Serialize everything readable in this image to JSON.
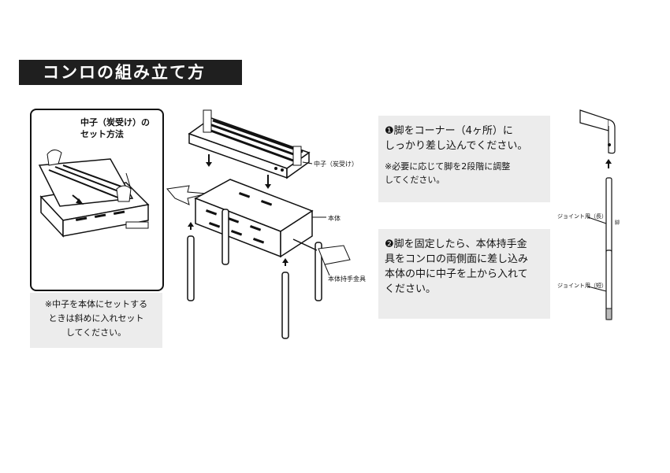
{
  "title": "コンロの組み立て方",
  "inset": {
    "title_lines": [
      "中子（炭受け）の",
      "セット方法"
    ],
    "note_lines": [
      "※中子を本体にセットする",
      "ときは斜めに入れセット",
      "してください。"
    ]
  },
  "step1": {
    "lines": [
      "❶脚をコーナー（4ヶ所）に",
      "しっかり差し込んでください。"
    ],
    "note_lines": [
      "※必要に応じて脚を2段階に調整",
      "してください。"
    ]
  },
  "step2": {
    "lines": [
      "❷脚を固定したら、本体持手金",
      "具をコンロの両側面に差し込み",
      "本体の中に中子を上から入れて",
      "ください。"
    ]
  },
  "labels": {
    "nakago": "中子（炭受け）",
    "hontai": "本体",
    "handle": "本体持手金具",
    "joint_long": "ジョイント用（長）",
    "joint_short": "ジョイント用（短）",
    "leg": "脚"
  },
  "colors": {
    "title_bg": "#1f1f1f",
    "note_bg": "#ececec"
  }
}
